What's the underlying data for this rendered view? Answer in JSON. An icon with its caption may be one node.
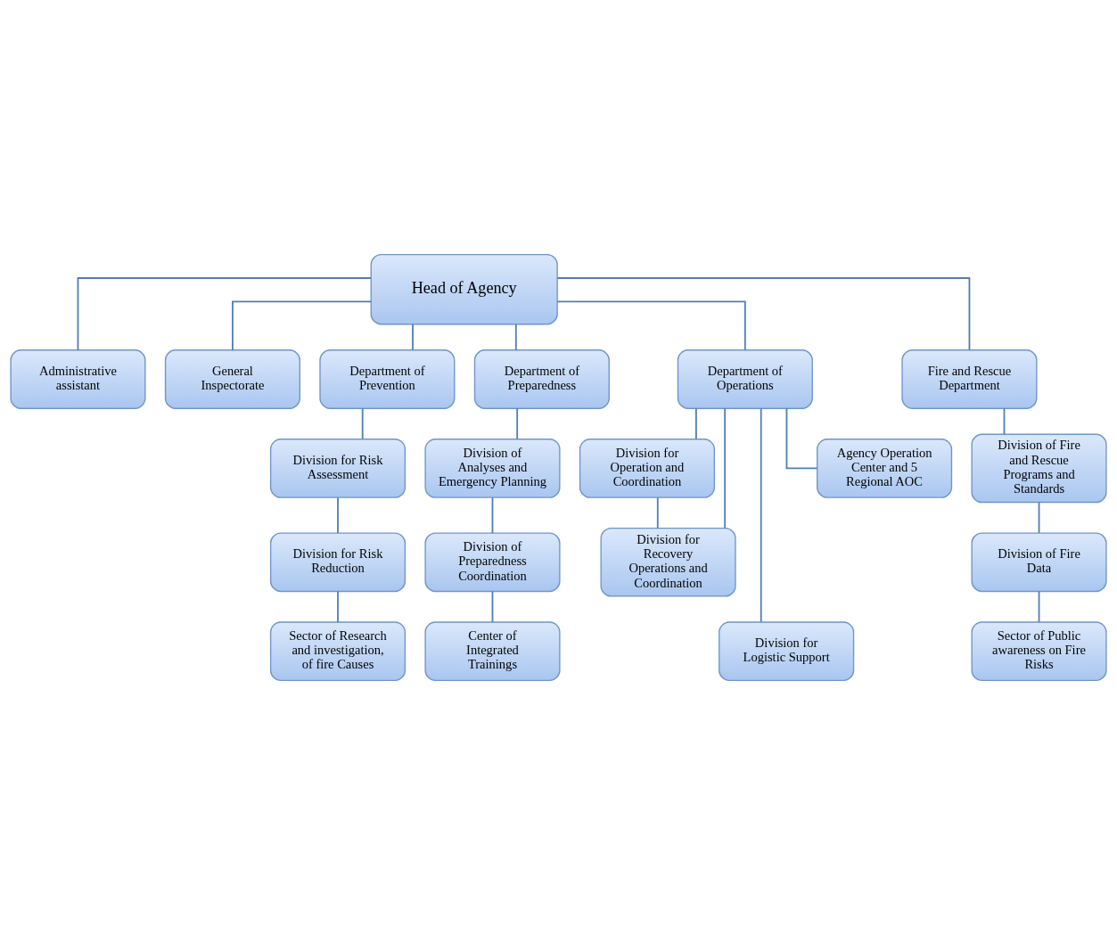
{
  "diagram": {
    "nodes": [
      {
        "text": [
          "Head of Agency"
        ]
      },
      {
        "text": [
          "Administrative assistant"
        ]
      },
      {
        "text": [
          "General Inspectorate"
        ]
      },
      {
        "text": [
          "Department of Prevention"
        ]
      },
      {
        "text": [
          "Department of Preparedness"
        ]
      },
      {
        "text": [
          "Department of Operations"
        ]
      },
      {
        "text": [
          "Fire and Rescue Department"
        ]
      },
      {
        "text": [
          "Division for Risk Assessment"
        ]
      },
      {
        "text": [
          "Division of Analyses and Emergency Planning"
        ]
      },
      {
        "text": [
          "Division for Operation and Coordination"
        ]
      },
      {
        "text": [
          "Division of Fire and Rescue Programs and Standards"
        ]
      },
      {
        "text": [
          "Division for Risk Reduction"
        ]
      },
      {
        "text": [
          "Division of Preparedness Coordination"
        ]
      },
      {
        "text": [
          "Division for Recovery Operations and Coordination"
        ]
      },
      {
        "text": [
          "Division of Fire Data"
        ]
      },
      {
        "text": [
          "Sector of Research and investigation, of fire Causes"
        ]
      },
      {
        "text": [
          "Center of Integrated Trainings"
        ]
      },
      {
        "text": [
          "Division for Logistic Support"
        ]
      },
      {
        "text": [
          "Sector of Public awareness on Fire Risks"
        ]
      },
      {
        "text": [
          "Agency Operation Center and 5 Regional AOC"
        ]
      }
    ],
    "edges": [
      {
        "from": 0,
        "to": 1,
        "arrow": "none"
      },
      {
        "from": 0,
        "to": 2,
        "arrow": "none"
      },
      {
        "from": 0,
        "to": 3,
        "arrow": "none"
      },
      {
        "from": 0,
        "to": 4,
        "arrow": "none"
      },
      {
        "from": 0,
        "to": 5,
        "arrow": "none"
      },
      {
        "from": 0,
        "to": 6,
        "arrow": "none"
      },
      {
        "from": 3,
        "to": 7,
        "arrow": "none"
      },
      {
        "from": 7,
        "to": 11,
        "arrow": "none"
      },
      {
        "from": 11,
        "to": 15,
        "arrow": "none"
      },
      {
        "from": 4,
        "to": 8,
        "arrow": "none"
      },
      {
        "from": 8,
        "to": 12,
        "arrow": "none"
      },
      {
        "from": 12,
        "to": 16,
        "arrow": "none"
      },
      {
        "from": 5,
        "to": 9,
        "arrow": "none"
      },
      {
        "from": 9,
        "to": 13,
        "arrow": "none"
      },
      {
        "from": 5,
        "to": 13,
        "arrow": "none"
      },
      {
        "from": 5,
        "to": 17,
        "arrow": "none"
      },
      {
        "from": 5,
        "to": 19,
        "arrow": "none"
      },
      {
        "from": 6,
        "to": 10,
        "arrow": "none"
      },
      {
        "from": 10,
        "to": 14,
        "arrow": "none"
      },
      {
        "from": 14,
        "to": 18,
        "arrow": "none"
      }
    ]
  }
}
